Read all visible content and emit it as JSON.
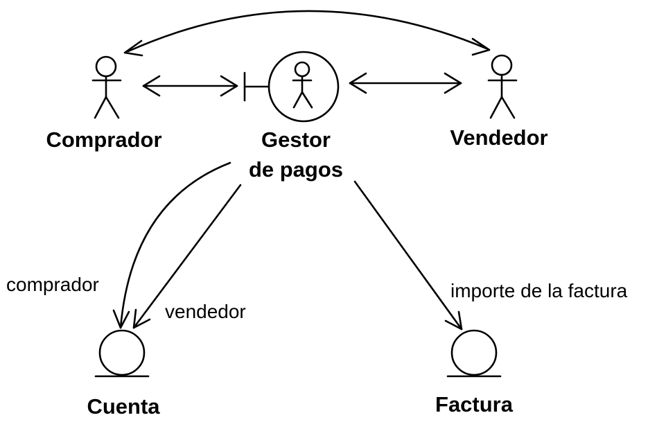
{
  "diagram": {
    "nodes": {
      "comprador": {
        "label": "Comprador",
        "kind": "actor"
      },
      "gestor": {
        "label_line1": "Gestor",
        "label_line2": "de pagos",
        "kind": "control"
      },
      "vendedor": {
        "label": "Vendedor",
        "kind": "actor"
      },
      "cuenta": {
        "label": "Cuenta",
        "kind": "entity"
      },
      "factura": {
        "label": "Factura",
        "kind": "entity"
      }
    },
    "edges": {
      "comprador_role": "comprador",
      "vendedor_role": "vendedor",
      "factura_role": "importe de la factura"
    },
    "colors": {
      "stroke": "#000000",
      "background": "#ffffff"
    }
  }
}
